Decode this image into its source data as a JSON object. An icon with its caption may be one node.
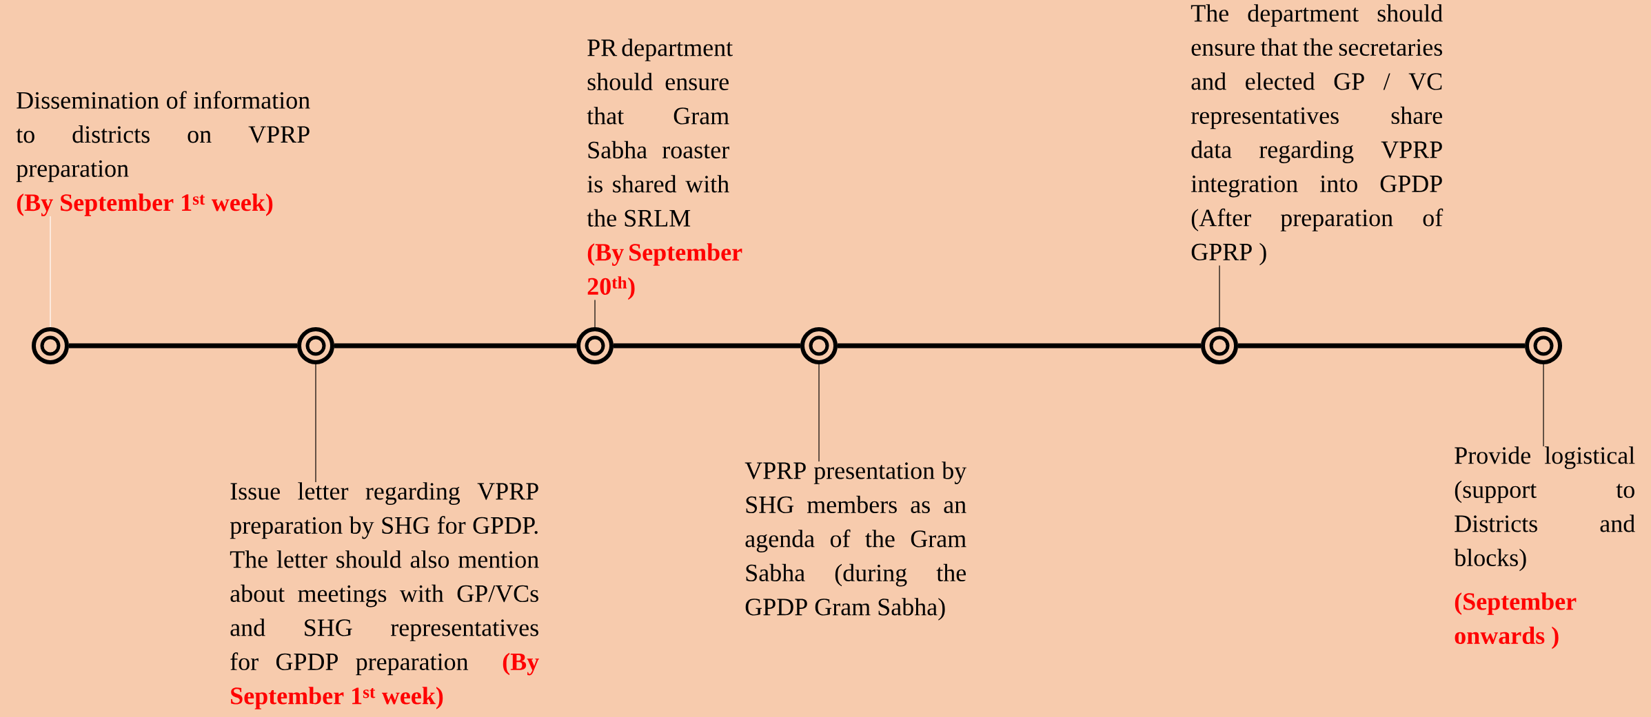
{
  "diagram": {
    "nodes": [
      {
        "text": [],
        "shape": "circle"
      },
      {
        "text": [],
        "shape": "circle"
      },
      {
        "text": [],
        "shape": "circle"
      },
      {
        "text": [],
        "shape": "circle"
      },
      {
        "text": [],
        "shape": "circle"
      },
      {
        "text": [],
        "shape": "circle"
      },
      {
        "text": [
          "Dissemination of information to districts on VPRP preparation",
          "(By September 1$^{st}$ week)"
        ]
      },
      {
        "text": [
          "PR department should ensure that Gram Sabha roaster is shared with the SRLM",
          "(By September 20$^{th}$)"
        ]
      },
      {
        "text": [
          "Issue letter regarding VPRP preparation by SHG for GPDP. The letter should also mention about meetings with GP/VCs and SHG representatives for GPDP preparation",
          "(By September 1$^{st}$ week)"
        ]
      },
      {
        "text": [
          "VPRP presentation by SHG members as an agenda of the Gram Sabha (during the GPDP Gram Sabha)"
        ]
      },
      {
        "text": [
          "The department should ensure that the secretaries and elected GP / VC representatives share data regarding VPRP integration into GPDP (After preparation of GPRP )"
        ]
      },
      {
        "text": [
          "Provide logistical (support to Districts and blocks)",
          "(September onwards )"
        ]
      }
    ],
    "edges": [
      {
        "from": 0,
        "to": 1,
        "arrow": "none",
        "style": "thick"
      },
      {
        "from": 1,
        "to": 2,
        "arrow": "none",
        "style": "thick"
      },
      {
        "from": 2,
        "to": 3,
        "arrow": "none",
        "style": "thick"
      },
      {
        "from": 3,
        "to": 4,
        "arrow": "none",
        "style": "thick"
      },
      {
        "from": 4,
        "to": 5,
        "arrow": "none",
        "style": "thick"
      },
      {
        "from": 6,
        "to": 0,
        "arrow": "none",
        "color": "#ffffff"
      },
      {
        "from": 7,
        "to": 2,
        "arrow": "none"
      },
      {
        "from": 8,
        "to": 1,
        "arrow": "none"
      },
      {
        "from": 9,
        "to": 3,
        "arrow": "none"
      },
      {
        "from": 10,
        "to": 4,
        "arrow": "none"
      },
      {
        "from": 11,
        "to": 5,
        "arrow": "none"
      }
    ]
  }
}
